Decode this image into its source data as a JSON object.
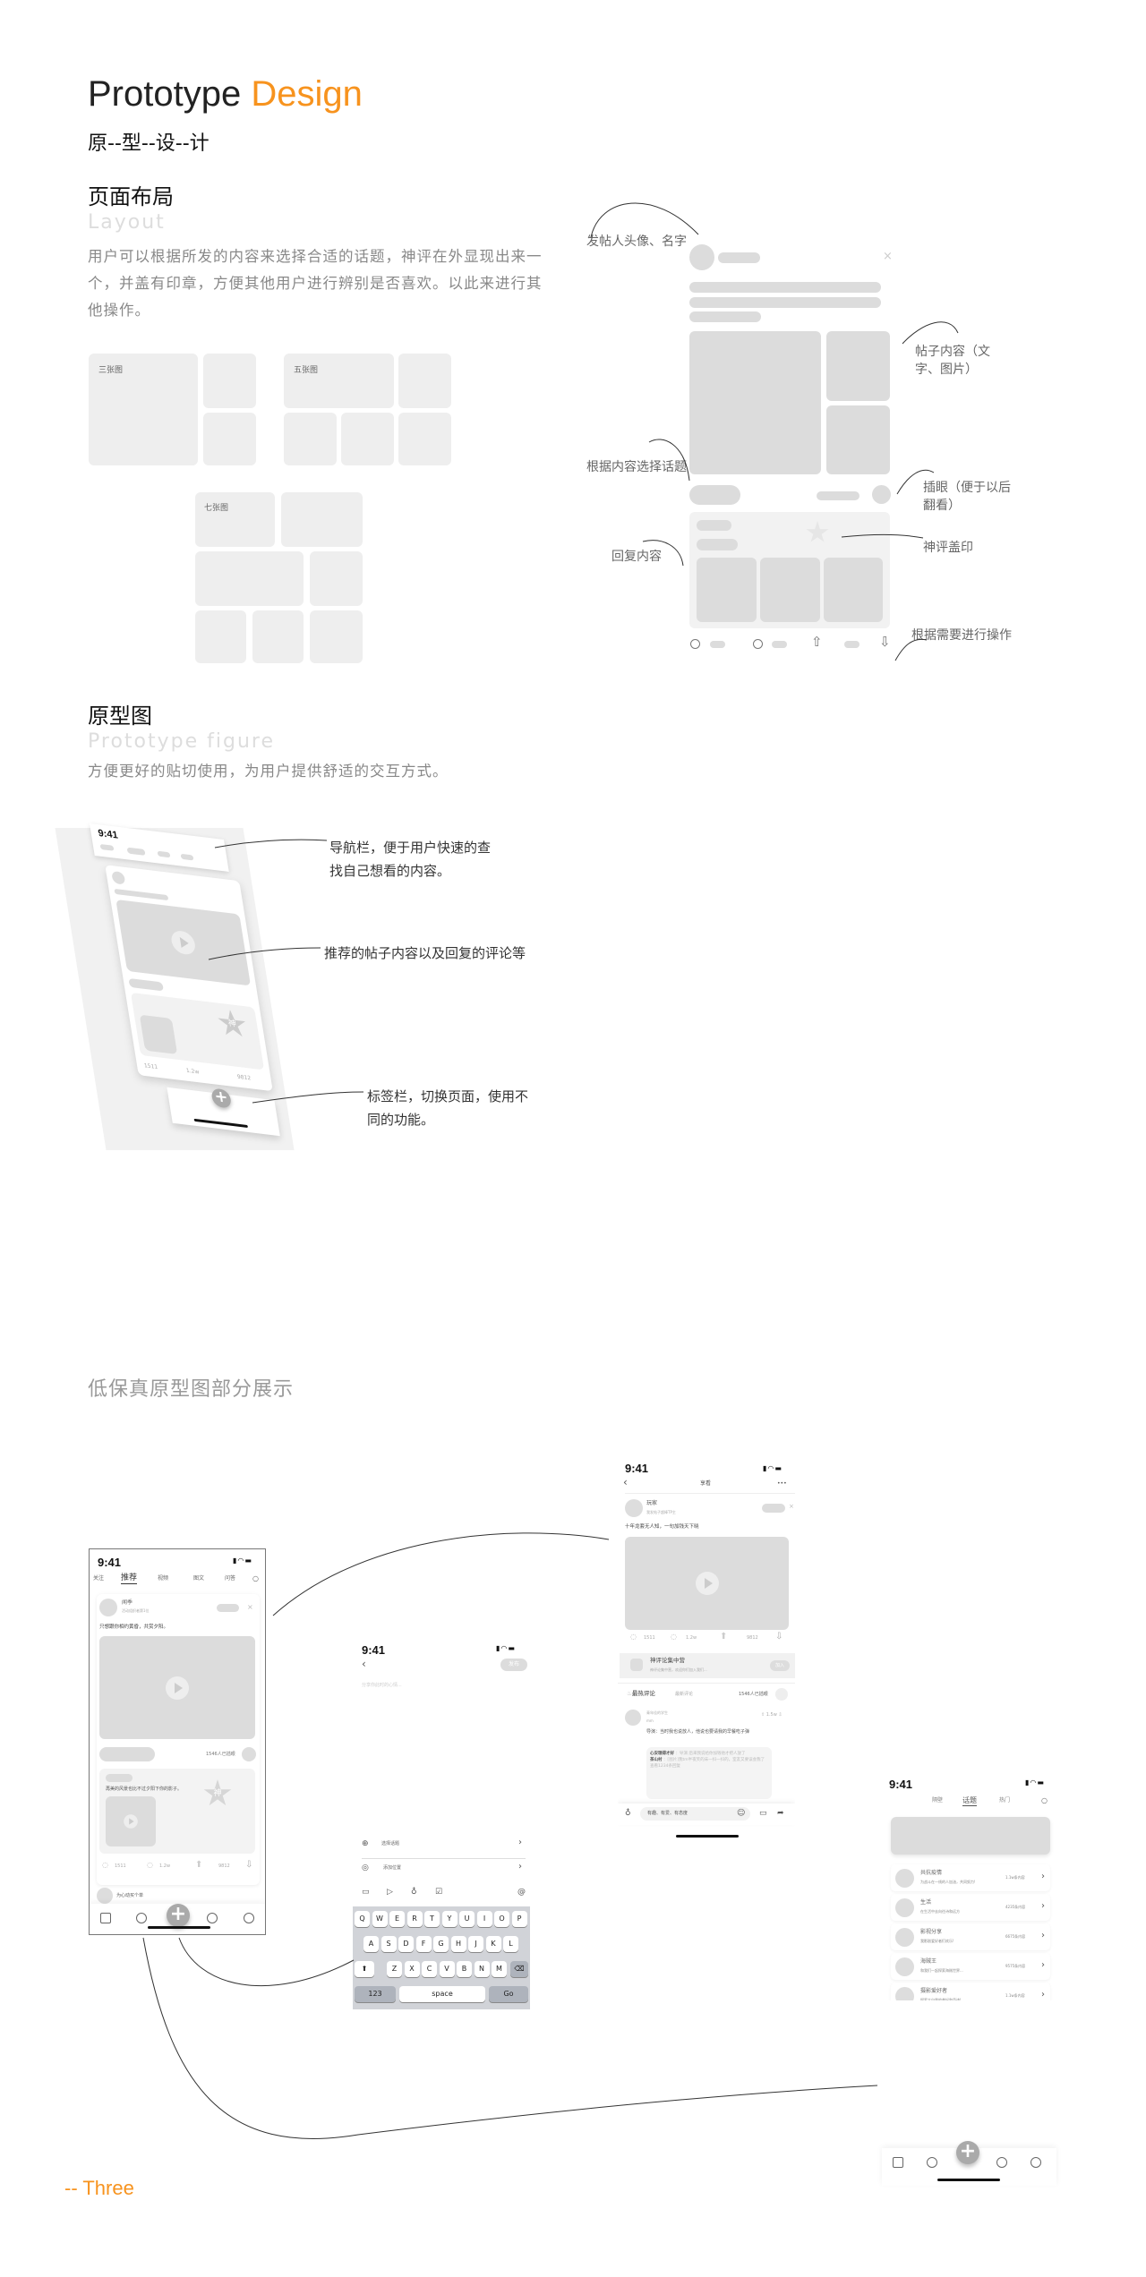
{
  "header": {
    "title_main": "Prototype",
    "title_accent": "Design",
    "subtitle": "原--型--设--计"
  },
  "colors": {
    "accent": "#F7931E",
    "placeholder": "#dcdcdc"
  },
  "layout_section": {
    "title": "页面布局",
    "watermark": "Layout",
    "description": "用户可以根据所发的内容来选择合适的话题，神评在外显现出来一个，并盖有印章，方便其他用户进行辨别是否喜欢。以此来进行其他操作。",
    "grids": [
      {
        "label": "三张图"
      },
      {
        "label": "五张图"
      },
      {
        "label": "七张图"
      }
    ],
    "annotations": {
      "poster": "发帖人头像、名字",
      "content": "帖子内容（文字、图片）",
      "topic": "根据内容选择话题",
      "bookmark": "插眼（便于以后翻看）",
      "reply": "回复内容",
      "stamp": "神评盖印",
      "actions": "根据需要进行操作"
    }
  },
  "prototype_section": {
    "title": "原型图",
    "watermark": "Prototype figure",
    "description": "方便更好的贴切使用，为用户提供舒适的交互方式。",
    "time": "9:41",
    "counts": {
      "share": "1511",
      "comment": "1.2w",
      "up": "9812"
    },
    "stamp": "神",
    "annotations": {
      "navbar": "导航栏，便于用户快速的查找自己想看的内容。",
      "content": "推荐的帖子内容以及回复的评论等",
      "tabbar": "标签栏，切换页面，使用不同的功能。"
    }
  },
  "lofi_section": {
    "title": "低保真原型图部分展示"
  },
  "home_screen": {
    "time": "9:41",
    "tabs": [
      "关注",
      "推荐",
      "视频",
      "图文",
      "问答"
    ],
    "active_tab": "推荐",
    "post": {
      "user": "闻季",
      "user_sub": "活动组织者第1位",
      "text": "只想跟你相约黄昏，共赏夕阳。",
      "bookmarks": "1546人已插眼",
      "reply": "再美的风景也比不过夕阳下你的影子。",
      "stamp": "神",
      "share": "1511",
      "comment": "1.2w",
      "up": "9812"
    },
    "next_post": "为心动买个单"
  },
  "publish_screen": {
    "time": "9:41",
    "publish_button": "发布",
    "placeholder": "分享你此时的心情...",
    "options": [
      "选择话题",
      "添加位置"
    ],
    "keyboard": {
      "row1": [
        "Q",
        "W",
        "E",
        "R",
        "T",
        "Y",
        "U",
        "I",
        "O",
        "P"
      ],
      "row2": [
        "A",
        "S",
        "D",
        "F",
        "G",
        "H",
        "J",
        "K",
        "L"
      ],
      "row3": [
        "Z",
        "X",
        "C",
        "V",
        "B",
        "N",
        "M"
      ],
      "numbers": "123",
      "space": "space",
      "go": "Go"
    }
  },
  "detail_screen": {
    "time": "9:41",
    "title": "享看",
    "more": "•••",
    "post": {
      "user": "玩家",
      "user_sub": "我发帖子超棒TP主",
      "text": "十年龙套无人知，一句加钱天下晓",
      "share": "1511",
      "comment": "1.2w",
      "up": "9812"
    },
    "banner": {
      "title": "神评论集中营",
      "subtitle": "神评论集中营，欢迎你们加入我们...",
      "join": "加入"
    },
    "comment_tabs": [
      "最热评论",
      "最新评论"
    ],
    "bookmarks": "1546人已插眼",
    "comment": {
      "user": "青年佳的学生",
      "time": "mm",
      "likes": "1.5w",
      "text": "导演：当时我也说放人，他说也要请我的早餐吃子弹",
      "replies": [
        {
          "user": "心安理得才好",
          "text": "：导演:后来我说给你加钱他才把人放了"
        },
        {
          "user": "茶山村",
          "text": "：[图片]我tm半夜笑的床一抖一抖的，室友又要误会我了"
        }
      ],
      "more_replies": "查看1234条回复"
    },
    "input_placeholder": "有趣、有爱、有态度"
  },
  "topic_screen": {
    "time": "9:41",
    "tabs": [
      "隔壁",
      "话题",
      "热门"
    ],
    "active_tab": "话题",
    "topics": [
      {
        "name": "共抗疫情",
        "desc": "为战斗在一线的人加油，共同努力!",
        "count": "1.1w条内容"
      },
      {
        "name": "生活",
        "desc": "在生活中去向往诗和远方",
        "count": "4235条内容"
      },
      {
        "name": "影视分享",
        "desc": "我影剧爱好者们欢乐!",
        "count": "6675条内容"
      },
      {
        "name": "海贼王",
        "desc": "和我们一起探索海贼世界...",
        "count": "9575条内容"
      },
      {
        "name": "摄影爱好者",
        "desc": "探索大自然的美好和奇迹!",
        "count": "1.1w条内容"
      }
    ]
  },
  "footer": {
    "label": "-- Three"
  }
}
